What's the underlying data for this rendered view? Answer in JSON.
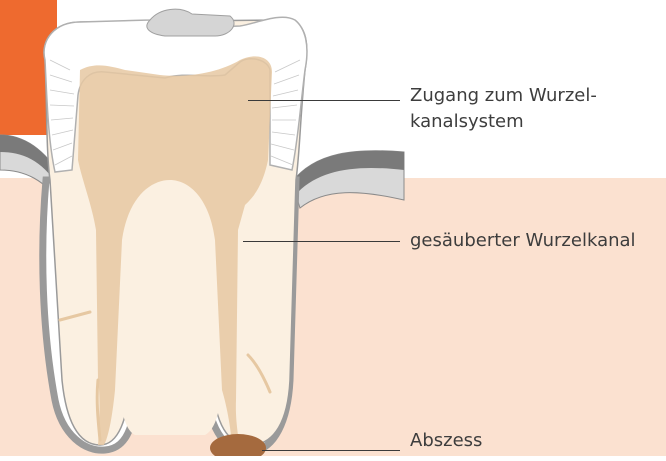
{
  "labels": {
    "access_line1": "Zugang zum Wurzel-",
    "access_line2": "kanalsystem",
    "canal": "gesäuberter Wurzelkanal",
    "abscess": "Abszess"
  },
  "colors": {
    "gum_bg": "#FBE1D0",
    "white_bg": "#FFFFFF",
    "accent_orange": "#EE6A2F",
    "gum_edge_dark": "#777777",
    "gum_edge_light": "#D9D9D9",
    "tooth_crown": "#FFFFFF",
    "tooth_outline": "#B0B0B0",
    "dentin": "#FBF0E1",
    "pulp_canal": "#E6C8A2",
    "abscess": "#A56A3E",
    "filling_grey": "#D5D5D5"
  }
}
